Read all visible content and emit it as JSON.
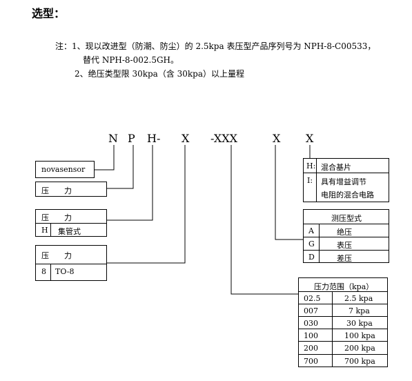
{
  "heading": "选型：",
  "notes": {
    "line1": "注：1、现以改进型（防潮、防尘）的 2.5kpa 表压型产品序列号为 NPH-8-C00533，",
    "line2": "替代 NPH-8-002.5GH。",
    "line3": "2、绝压类型限 30kpa（含 30kpa）以上量程"
  },
  "code": {
    "n": "N",
    "p": "P",
    "h": "H-",
    "x1": "X",
    "xxx": "-XXX",
    "x2": "X",
    "x3": "X"
  },
  "left_boxes": {
    "brand": "novasensor",
    "pressure1": "压　　力",
    "pressure2": "压　　力",
    "h_code": "H",
    "h_desc": "集管式",
    "pressure3": "压　　力",
    "eight_code": "8",
    "eight_desc": "TO-8"
  },
  "substrate_box": {
    "h_code": "H:",
    "h_desc": "混合基片",
    "i_code": "I:",
    "i_desc_1": "具有增益调节",
    "i_desc_2": "电阻的混合电路"
  },
  "type_box": {
    "header": "测压型式",
    "rows": [
      {
        "code": "A",
        "desc": "绝压"
      },
      {
        "code": "G",
        "desc": "表压"
      },
      {
        "code": "D",
        "desc": "差压"
      }
    ]
  },
  "range_box": {
    "header": "压力范围（kpa）",
    "rows": [
      {
        "code": "02.5",
        "value": "2.5 kpa"
      },
      {
        "code": "007",
        "value": "7 kpa"
      },
      {
        "code": "030",
        "value": "30 kpa"
      },
      {
        "code": "100",
        "value": "100 kpa"
      },
      {
        "code": "200",
        "value": "200 kpa"
      },
      {
        "code": "700",
        "value": "700 kpa"
      }
    ]
  }
}
